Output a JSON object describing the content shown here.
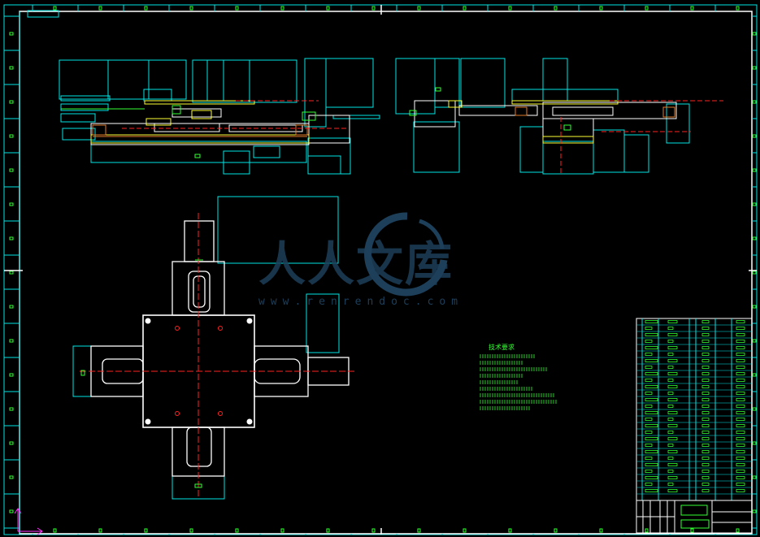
{
  "watermark": {
    "brand_cjk": "人人文库",
    "url": "www.renrendoc.com"
  },
  "notes": {
    "title": "技术要求"
  },
  "colors": {
    "background": "#000000",
    "border": "#ffffff",
    "cyan": "#00e5e5",
    "green": "#33ff33",
    "yellow": "#ffff33",
    "red": "#ff2222",
    "orange": "#e07a2a",
    "watermark": "#1d3f5a"
  }
}
